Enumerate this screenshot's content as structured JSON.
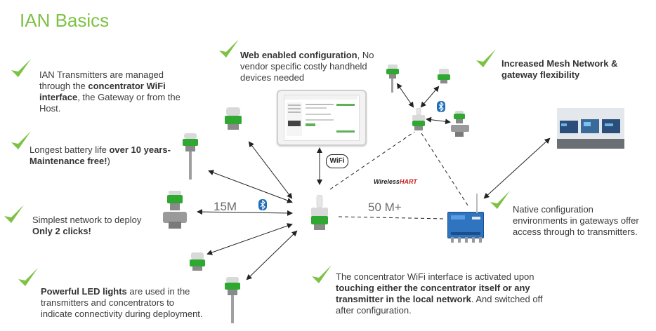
{
  "header": {
    "title": "IAN Basics"
  },
  "colors": {
    "accent": "#7cc243",
    "bluetooth": "#1f6fb8",
    "gateway": "#2f74c0",
    "led": "#2fa832"
  },
  "icons": {
    "check": "check-icon",
    "bluetooth": "bluetooth-icon",
    "wifi": "wifi-icon"
  },
  "blocks": {
    "managed": {
      "p1": "IAN Transmitters are managed",
      "p2": "through the ",
      "b1": "concentrator WiFi",
      "b2": "interface",
      "p3": ", the Gateway or from the",
      "p4": "Host."
    },
    "battery": {
      "p1": "Longest battery life ",
      "b1": "over 10 years-",
      "b2": "Maintenance free!",
      "p2": ")"
    },
    "simple": {
      "p1": "Simplest network to deploy",
      "b1": "Only 2 clicks!"
    },
    "led": {
      "b1": "Powerful LED lights",
      "p1": " are used in the",
      "p2": "transmitters and concentrators to",
      "p3": "indicate connectivity during deployment."
    },
    "web": {
      "b1": "Web enabled configuration",
      "p1": ", No",
      "p2": "vendor specific costly handheld",
      "p3": "devices needed"
    },
    "mesh": {
      "b1": "Increased Mesh Network &",
      "b2": "gateway flexibility"
    },
    "native": {
      "p1": "Native configuration",
      "p2": "environments in gateways offer",
      "p3": "access through to transmitters."
    },
    "wifiActivation": {
      "p1": "The concentrator WiFi interface is activated upon",
      "b1": "touching either the concentrator itself or any",
      "b2": "transmitter in the local network",
      "p2": ". And switched off",
      "p3": "after configuration."
    }
  },
  "labels": {
    "range_short": "15M",
    "range_long": "50 M+",
    "wifi_badge": "WiFi",
    "wirelesshart_a": "Wireless",
    "wirelesshart_b": "HART"
  }
}
